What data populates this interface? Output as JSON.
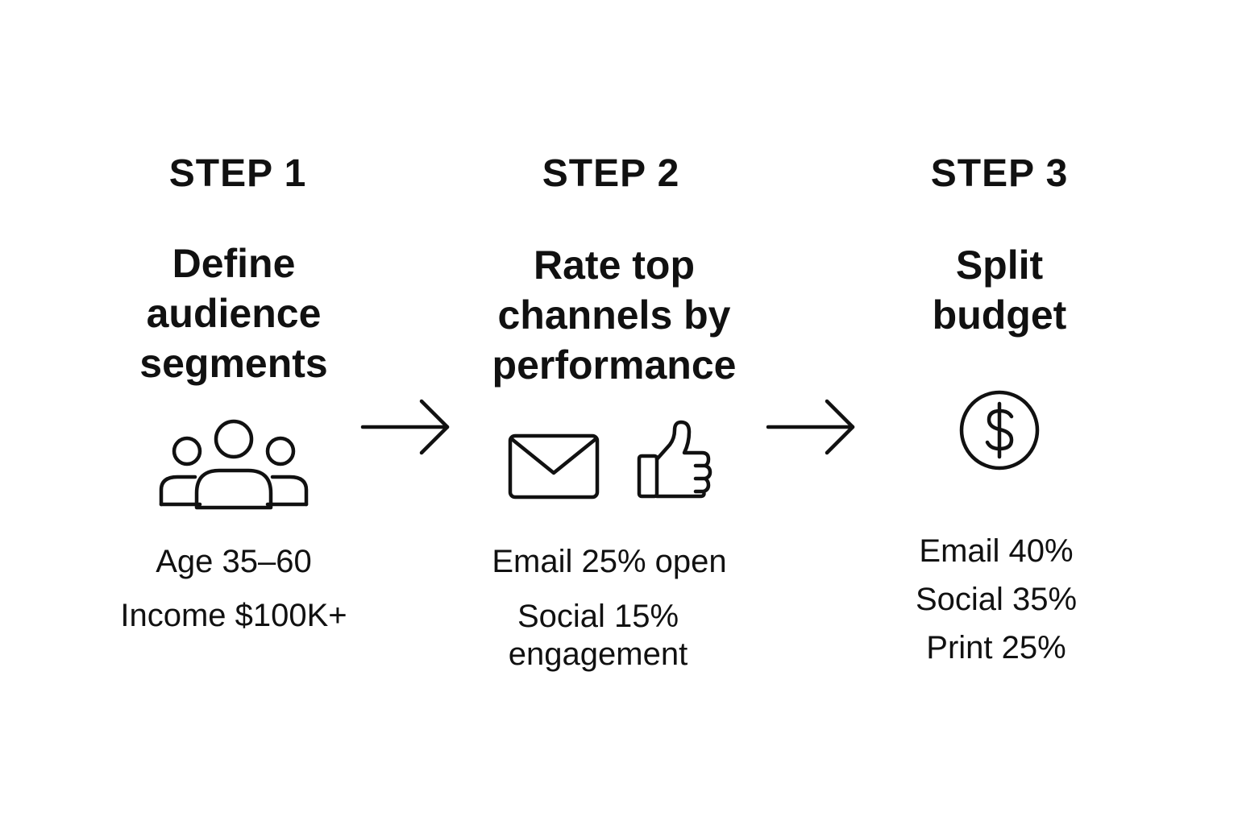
{
  "steps": [
    {
      "label": "STEP 1",
      "heading": [
        "Define",
        "audience",
        "segments"
      ],
      "details": [
        "Age 35–60",
        "Income $100K+"
      ],
      "icons": [
        "users-group-icon"
      ]
    },
    {
      "label": "STEP 2",
      "heading": [
        "Rate top",
        "channels by",
        "performance"
      ],
      "details": [
        "Email 25% open",
        "Social 15%",
        "engagement"
      ],
      "icons": [
        "envelope-icon",
        "thumbs-up-icon"
      ]
    },
    {
      "label": "STEP 3",
      "heading": [
        "Split",
        "budget"
      ],
      "details": [
        "Email 40%",
        "Social 35%",
        "Print 25%"
      ],
      "icons": [
        "dollar-circle-icon"
      ]
    }
  ],
  "connectors": [
    "arrow-right-icon",
    "arrow-right-icon"
  ],
  "colors": {
    "ink": "#111111",
    "background": "#ffffff"
  }
}
